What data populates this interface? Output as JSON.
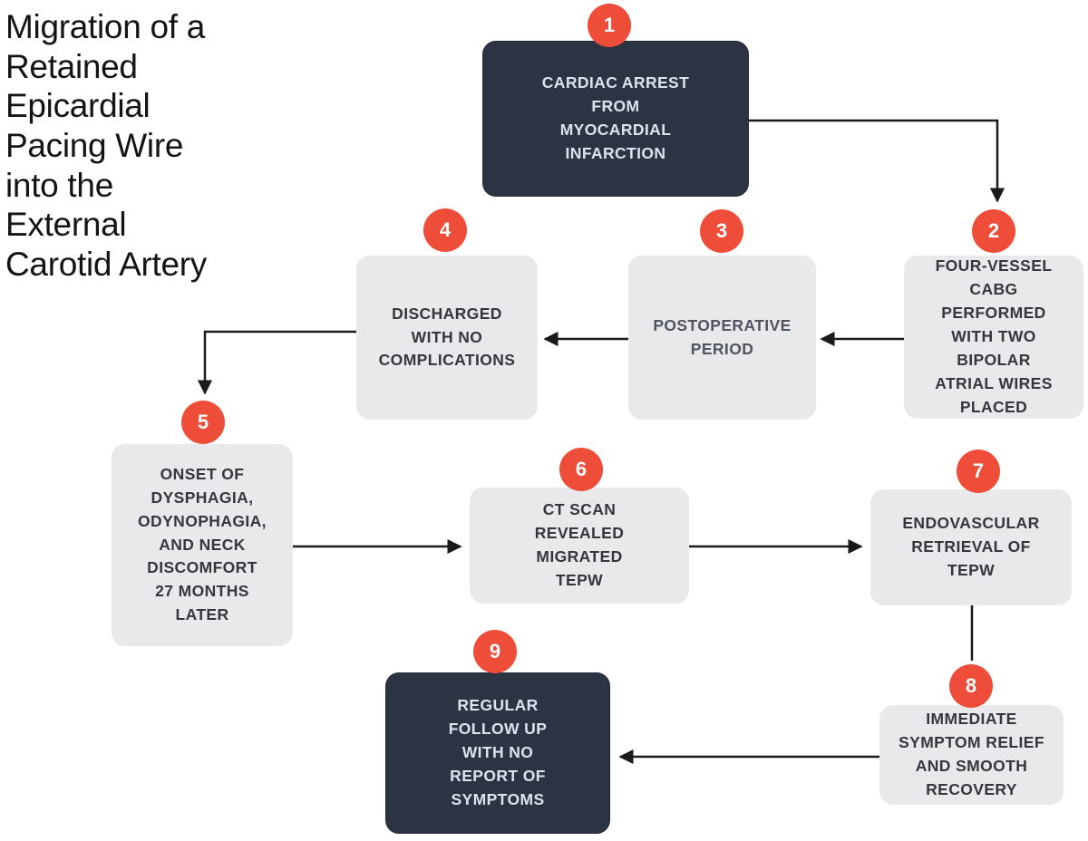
{
  "title": "Migration of a\nRetained\nEpicardial\nPacing Wire\ninto the\nExternal\nCarotid Artery",
  "colors": {
    "accent": "#ee4d39",
    "dark_box": "#2c3444",
    "light_box": "#e9e9eb",
    "dark_box_text": "#dde2ec",
    "light_box_text": "#34373d",
    "muted_box_text": "#4e555f",
    "arrow": "#1a1a1a",
    "background": "#ffffff",
    "title_text": "#141414"
  },
  "steps": [
    {
      "number": "1",
      "label": "CARDIAC ARREST\nFROM\nMYOCARDIAL\nINFARCTION",
      "style": "dark"
    },
    {
      "number": "2",
      "label": "FOUR-VESSEL\nCABG\nPERFORMED\nWITH TWO\nBIPOLAR\nATRIAL WIRES\nPLACED",
      "style": "light"
    },
    {
      "number": "3",
      "label": "POSTOPERATIVE\nPERIOD",
      "style": "light-muted"
    },
    {
      "number": "4",
      "label": "DISCHARGED\nWITH NO\nCOMPLICATIONS",
      "style": "light"
    },
    {
      "number": "5",
      "label": "ONSET OF\nDYSPHAGIA,\nODYNOPHAGIA,\nAND NECK\nDISCOMFORT\n27 MONTHS\nLATER",
      "style": "light"
    },
    {
      "number": "6",
      "label": "CT SCAN\nREVEALED\nMIGRATED\nTEPW",
      "style": "light"
    },
    {
      "number": "7",
      "label": "ENDOVASCULAR\nRETRIEVAL OF\nTEPW",
      "style": "light"
    },
    {
      "number": "8",
      "label": "IMMEDIATE\nSYMPTOM RELIEF\nAND SMOOTH\nRECOVERY",
      "style": "light"
    },
    {
      "number": "9",
      "label": "REGULAR\nFOLLOW UP\nWITH NO\nREPORT OF\nSYMPTOMS",
      "style": "dark"
    }
  ],
  "connectors": [
    {
      "from": "1",
      "to": "2"
    },
    {
      "from": "2",
      "to": "3"
    },
    {
      "from": "3",
      "to": "4"
    },
    {
      "from": "4",
      "to": "5"
    },
    {
      "from": "5",
      "to": "6"
    },
    {
      "from": "6",
      "to": "7"
    },
    {
      "from": "7",
      "to": "8"
    },
    {
      "from": "8",
      "to": "9"
    }
  ]
}
